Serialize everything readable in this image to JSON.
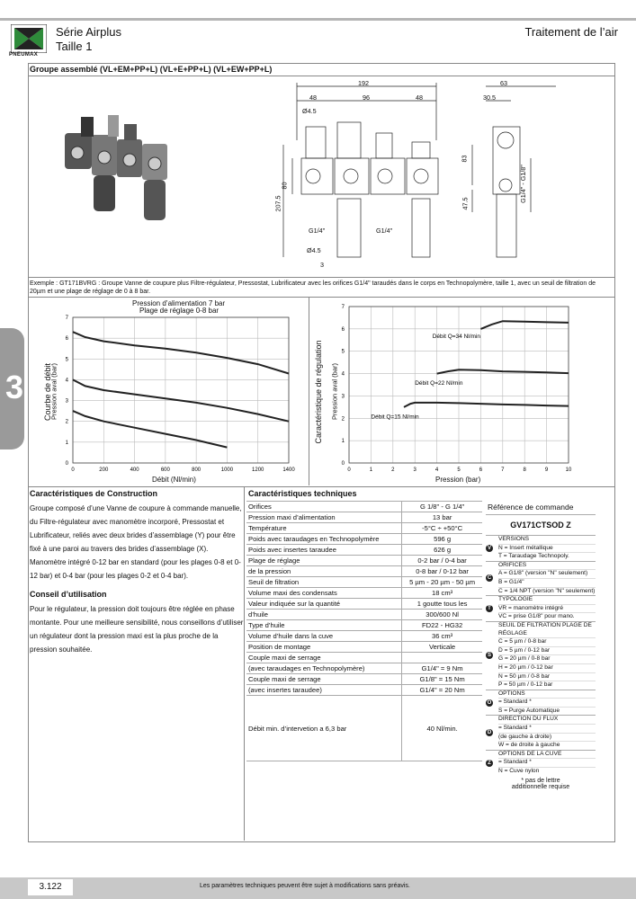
{
  "header": {
    "brand": "PNEUMAX",
    "series": "Série Airplus",
    "size": "Taille 1",
    "category": "Traitement de l’air"
  },
  "side_tab": "3",
  "section": {
    "title": "Groupe assemblé (VL+EM+PP+L) (VL+E+PP+L) (VL+EW+PP+L)"
  },
  "drawing": {
    "dims_front": [
      "192",
      "48",
      "96",
      "48",
      "Ø4.5",
      "207.5",
      "80",
      "G1/4\"",
      "G1/4\"",
      "Ø4.5",
      "3"
    ],
    "dims_side": [
      "63",
      "30.5",
      "83",
      "47.5",
      "G1/4\" - G1/8\""
    ]
  },
  "example_text": "Exemple : GT171BVRG : Groupe Vanne de coupure plus Filtre-régulateur, Pressostat, Lubrificateur avec les orifices G1/4\" taraudés dans le corps en Technopolymère, taille 1, avec un seuil de filtration de 20µm et une plage de réglage de 0 à 8 bar.",
  "chart_data": [
    {
      "type": "line",
      "title": "Pression d’alimentation 7 bar",
      "subtitle": "Plage de réglage 0-8 bar",
      "side_label": "Courbe de débit",
      "xlabel": "Débit (Nl/min)",
      "ylabel": "Pression aval (bar)",
      "xlim": [
        0,
        1400
      ],
      "ylim": [
        0,
        7
      ],
      "xticks": [
        "0",
        "200",
        "400",
        "600",
        "800",
        "1000",
        "1200",
        "1400"
      ],
      "yticks": [
        "0",
        "1",
        "2",
        "3",
        "4",
        "5",
        "6",
        "7"
      ],
      "series": [
        {
          "x": [
            0,
            80,
            200,
            400,
            600,
            800,
            1000,
            1200,
            1400
          ],
          "y": [
            6.3,
            6.05,
            5.85,
            5.65,
            5.5,
            5.3,
            5.05,
            4.75,
            4.3
          ]
        },
        {
          "x": [
            0,
            80,
            200,
            400,
            600,
            800,
            1000,
            1200,
            1400
          ],
          "y": [
            4.0,
            3.7,
            3.5,
            3.3,
            3.1,
            2.9,
            2.65,
            2.35,
            2.0
          ]
        },
        {
          "x": [
            0,
            80,
            200,
            400,
            600,
            800,
            1000
          ],
          "y": [
            2.5,
            2.25,
            2.0,
            1.7,
            1.4,
            1.1,
            0.75
          ]
        }
      ]
    },
    {
      "type": "line",
      "side_label": "Caractéristique de régulation",
      "xlabel": "Pression (bar)",
      "ylabel": "Pression aval (bar)",
      "xlim": [
        0,
        10
      ],
      "ylim": [
        0,
        7
      ],
      "xticks": [
        "0",
        "1",
        "2",
        "3",
        "4",
        "5",
        "6",
        "7",
        "8",
        "9",
        "10"
      ],
      "yticks": [
        "0",
        "1",
        "2",
        "3",
        "4",
        "5",
        "6",
        "7"
      ],
      "annotations": [
        "Débit Q=34 Nl/min",
        "Débit Q=22 Nl/min",
        "Débit Q=15 Nl/min"
      ],
      "series": [
        {
          "x": [
            6,
            6.5,
            7,
            8,
            9,
            10
          ],
          "y": [
            6.0,
            6.2,
            6.35,
            6.33,
            6.3,
            6.28
          ]
        },
        {
          "x": [
            4,
            4.5,
            5,
            6,
            7,
            8,
            9,
            10
          ],
          "y": [
            4.0,
            4.1,
            4.17,
            4.15,
            4.1,
            4.08,
            4.05,
            4.02
          ]
        },
        {
          "x": [
            2.5,
            2.8,
            3,
            4,
            5,
            6,
            7,
            8,
            9,
            10
          ],
          "y": [
            2.5,
            2.65,
            2.7,
            2.7,
            2.68,
            2.65,
            2.62,
            2.6,
            2.57,
            2.55
          ]
        }
      ]
    }
  ],
  "construction": {
    "title": "Caractéristiques de Construction",
    "text": "Groupe composé d’une Vanne de coupure à commande manuelle, du Filtre-régulateur avec  manomètre incorporé, Pressostat et Lubrificateur, reliés avec deux brides d’assemblage (Y) pour être fixé à une paroi au travers des brides d’assemblage (X). Manomètre intégré 0-12 bar en standard (pour les plages 0-8 et 0-12 bar) et 0-4 bar (pour les plages 0-2 et 0-4 bar).",
    "advice_title": "Conseil d’utilisation",
    "advice_text": "Pour le régulateur, la pression doit toujours être réglée en phase montante. Pour une meilleure sensibilité, nous conseillons d’utiliser un régulateur dont la pression maxi est la plus proche de la pression souhaitée."
  },
  "specs": {
    "title": "Caractéristiques techniques",
    "rows": [
      {
        "label": "Orifices",
        "value": "G 1/8\" - G 1/4\""
      },
      {
        "label": "Pression maxi d’alimentation",
        "value": "13 bar"
      },
      {
        "label": "Température",
        "value": "-5°C ÷ +50°C"
      },
      {
        "label": "Poids avec taraudages en Technopolymère",
        "value": "596 g"
      },
      {
        "label": "Poids avec insertes taraudee",
        "value": "626 g"
      },
      {
        "label": "Plage de réglage",
        "value": "0-2 bar / 0-4 bar"
      },
      {
        "label": "de la pression",
        "value": "0-8 bar / 0-12 bar"
      },
      {
        "label": "Seuil de filtration",
        "value": "5 µm - 20 µm - 50 µm"
      },
      {
        "label": "Volume maxi des condensats",
        "value": "18 cm³"
      },
      {
        "label": "Valeur indiquée sur la quantité",
        "value": "1 goutte tous les"
      },
      {
        "label": "d’huile",
        "value": "300/600 Nl"
      },
      {
        "label": "Type d’huile",
        "value": "FD22 - HG32"
      },
      {
        "label": "Volume d’huile dans la cuve",
        "value": "36 cm³"
      },
      {
        "label": "Position de montage",
        "value": "Verticale"
      },
      {
        "label": "Couple maxi de serrage",
        "value": ""
      },
      {
        "label": "(avec taraudages en Technopolymère)",
        "value": "G1/4\" = 9 Nm"
      },
      {
        "label": "Couple maxi de serrage",
        "value": "G1/8\" = 15 Nm"
      },
      {
        "label": "(avec insertes taraudee)",
        "value": "G1/4\" = 20 Nm"
      },
      {
        "label": "Débit min. d’intervetion a 6,3 bar",
        "value": "40 Nl/min."
      }
    ]
  },
  "reference": {
    "title": "Référence de commande",
    "code": "GV171CTSOD Z",
    "groups": [
      {
        "badge": "V",
        "title": "VERSIONS",
        "items": [
          "N = Insert métallique",
          "T = Taraudage Technopoly."
        ]
      },
      {
        "badge": "C",
        "title": "ORIFICES",
        "items": [
          "A = G1/8\" (version \"N\" seulement)",
          "B = G1/4\"",
          "C = 1/4 NPT (version \"N\" seulement)"
        ]
      },
      {
        "badge": "T",
        "title": "TYPOLOGIE",
        "items": [
          "VR = manomètre intégré",
          "VC = prise G1/8\" pour mano."
        ]
      },
      {
        "badge": "S",
        "title": "SEUIL DE FILTRATION PLAGE DE RÉGLAGE",
        "items": [
          "C = 5 µm / 0-8 bar",
          "D = 5 µm / 0-12 bar",
          "G = 20 µm / 0-8 bar",
          "H = 20 µm / 0-12 bar",
          "N = 50 µm / 0-8 bar",
          "P = 50 µm / 0-12 bar"
        ]
      },
      {
        "badge": "O",
        "title": "OPTIONS",
        "items": [
          "= Standard *",
          "S = Purge Automatique"
        ]
      },
      {
        "badge": "D",
        "title": "DIRECTION DU FLUX",
        "items": [
          "= Standard *",
          "(de gauche à droite)",
          "W = de droite à gauche"
        ]
      },
      {
        "badge": "Z",
        "title": "OPTIONS DE LA CUVE",
        "items": [
          "= Standard *",
          "N = Cuve nylon"
        ]
      }
    ],
    "note1": "* pas de lettre",
    "note2": "additionnelle requise"
  },
  "footer": {
    "page": "3.122",
    "note": "Les paramètres techniques peuvent être sujet à modifications sans préavis."
  },
  "colors": {
    "accent": "#2e8b3a",
    "gray": "#9a9a9a"
  }
}
